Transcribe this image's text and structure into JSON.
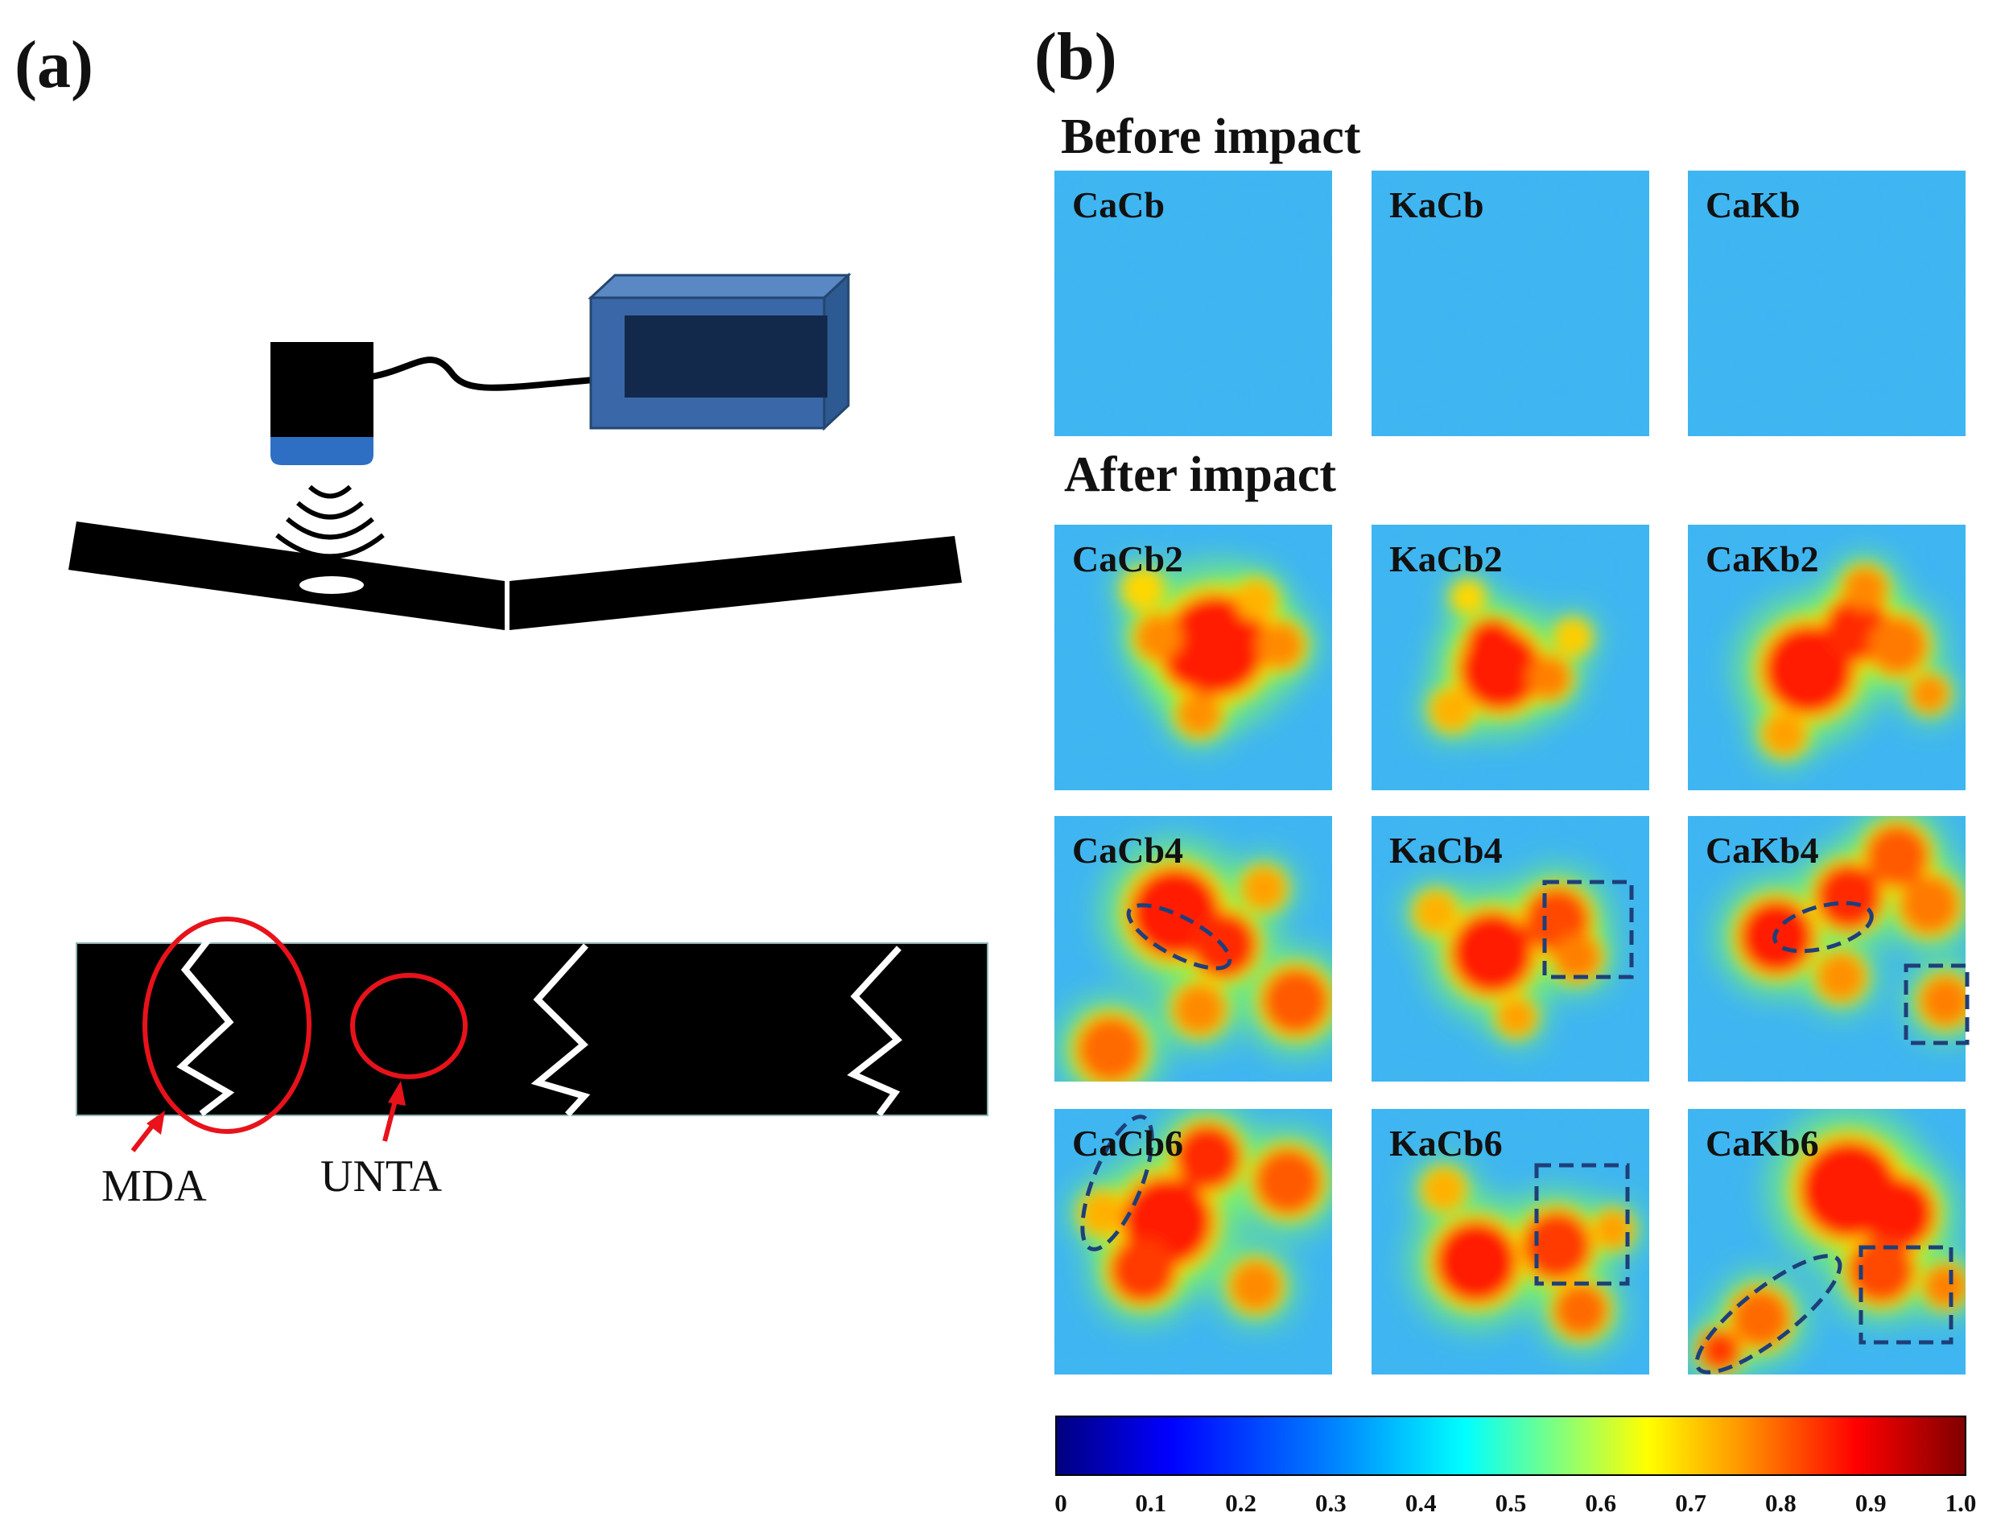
{
  "panel_a": {
    "label": "(a)",
    "callouts": {
      "mda": "MDA",
      "unta": "UNTA"
    }
  },
  "panel_b": {
    "label": "(b)",
    "before_title": "Before impact",
    "after_title": "After impact",
    "before_maps": [
      "CaCb",
      "KaCb",
      "CaKb"
    ],
    "after_maps": [
      [
        "CaCb2",
        "KaCb2",
        "CaKb2"
      ],
      [
        "CaCb4",
        "KaCb4",
        "CaKb4"
      ],
      [
        "CaCb6",
        "KaCb6",
        "CaKb6"
      ]
    ],
    "colorbar": {
      "ticks": [
        "0",
        "0.1",
        "0.2",
        "0.3",
        "0.4",
        "0.5",
        "0.6",
        "0.7",
        "0.8",
        "0.9",
        "1.0"
      ],
      "colors": [
        "#00007f",
        "#0000ff",
        "#007fff",
        "#00ffff",
        "#7fff7f",
        "#ffff00",
        "#ff7f00",
        "#ff0000",
        "#7f0000"
      ]
    }
  },
  "colors": {
    "map_background": "#3fb6f0",
    "damage_red": "#ff1a00",
    "annotation_blue": "#1e3f7a",
    "ultrasonic_device": "#3a67a8",
    "callout_red": "#e8121b"
  }
}
